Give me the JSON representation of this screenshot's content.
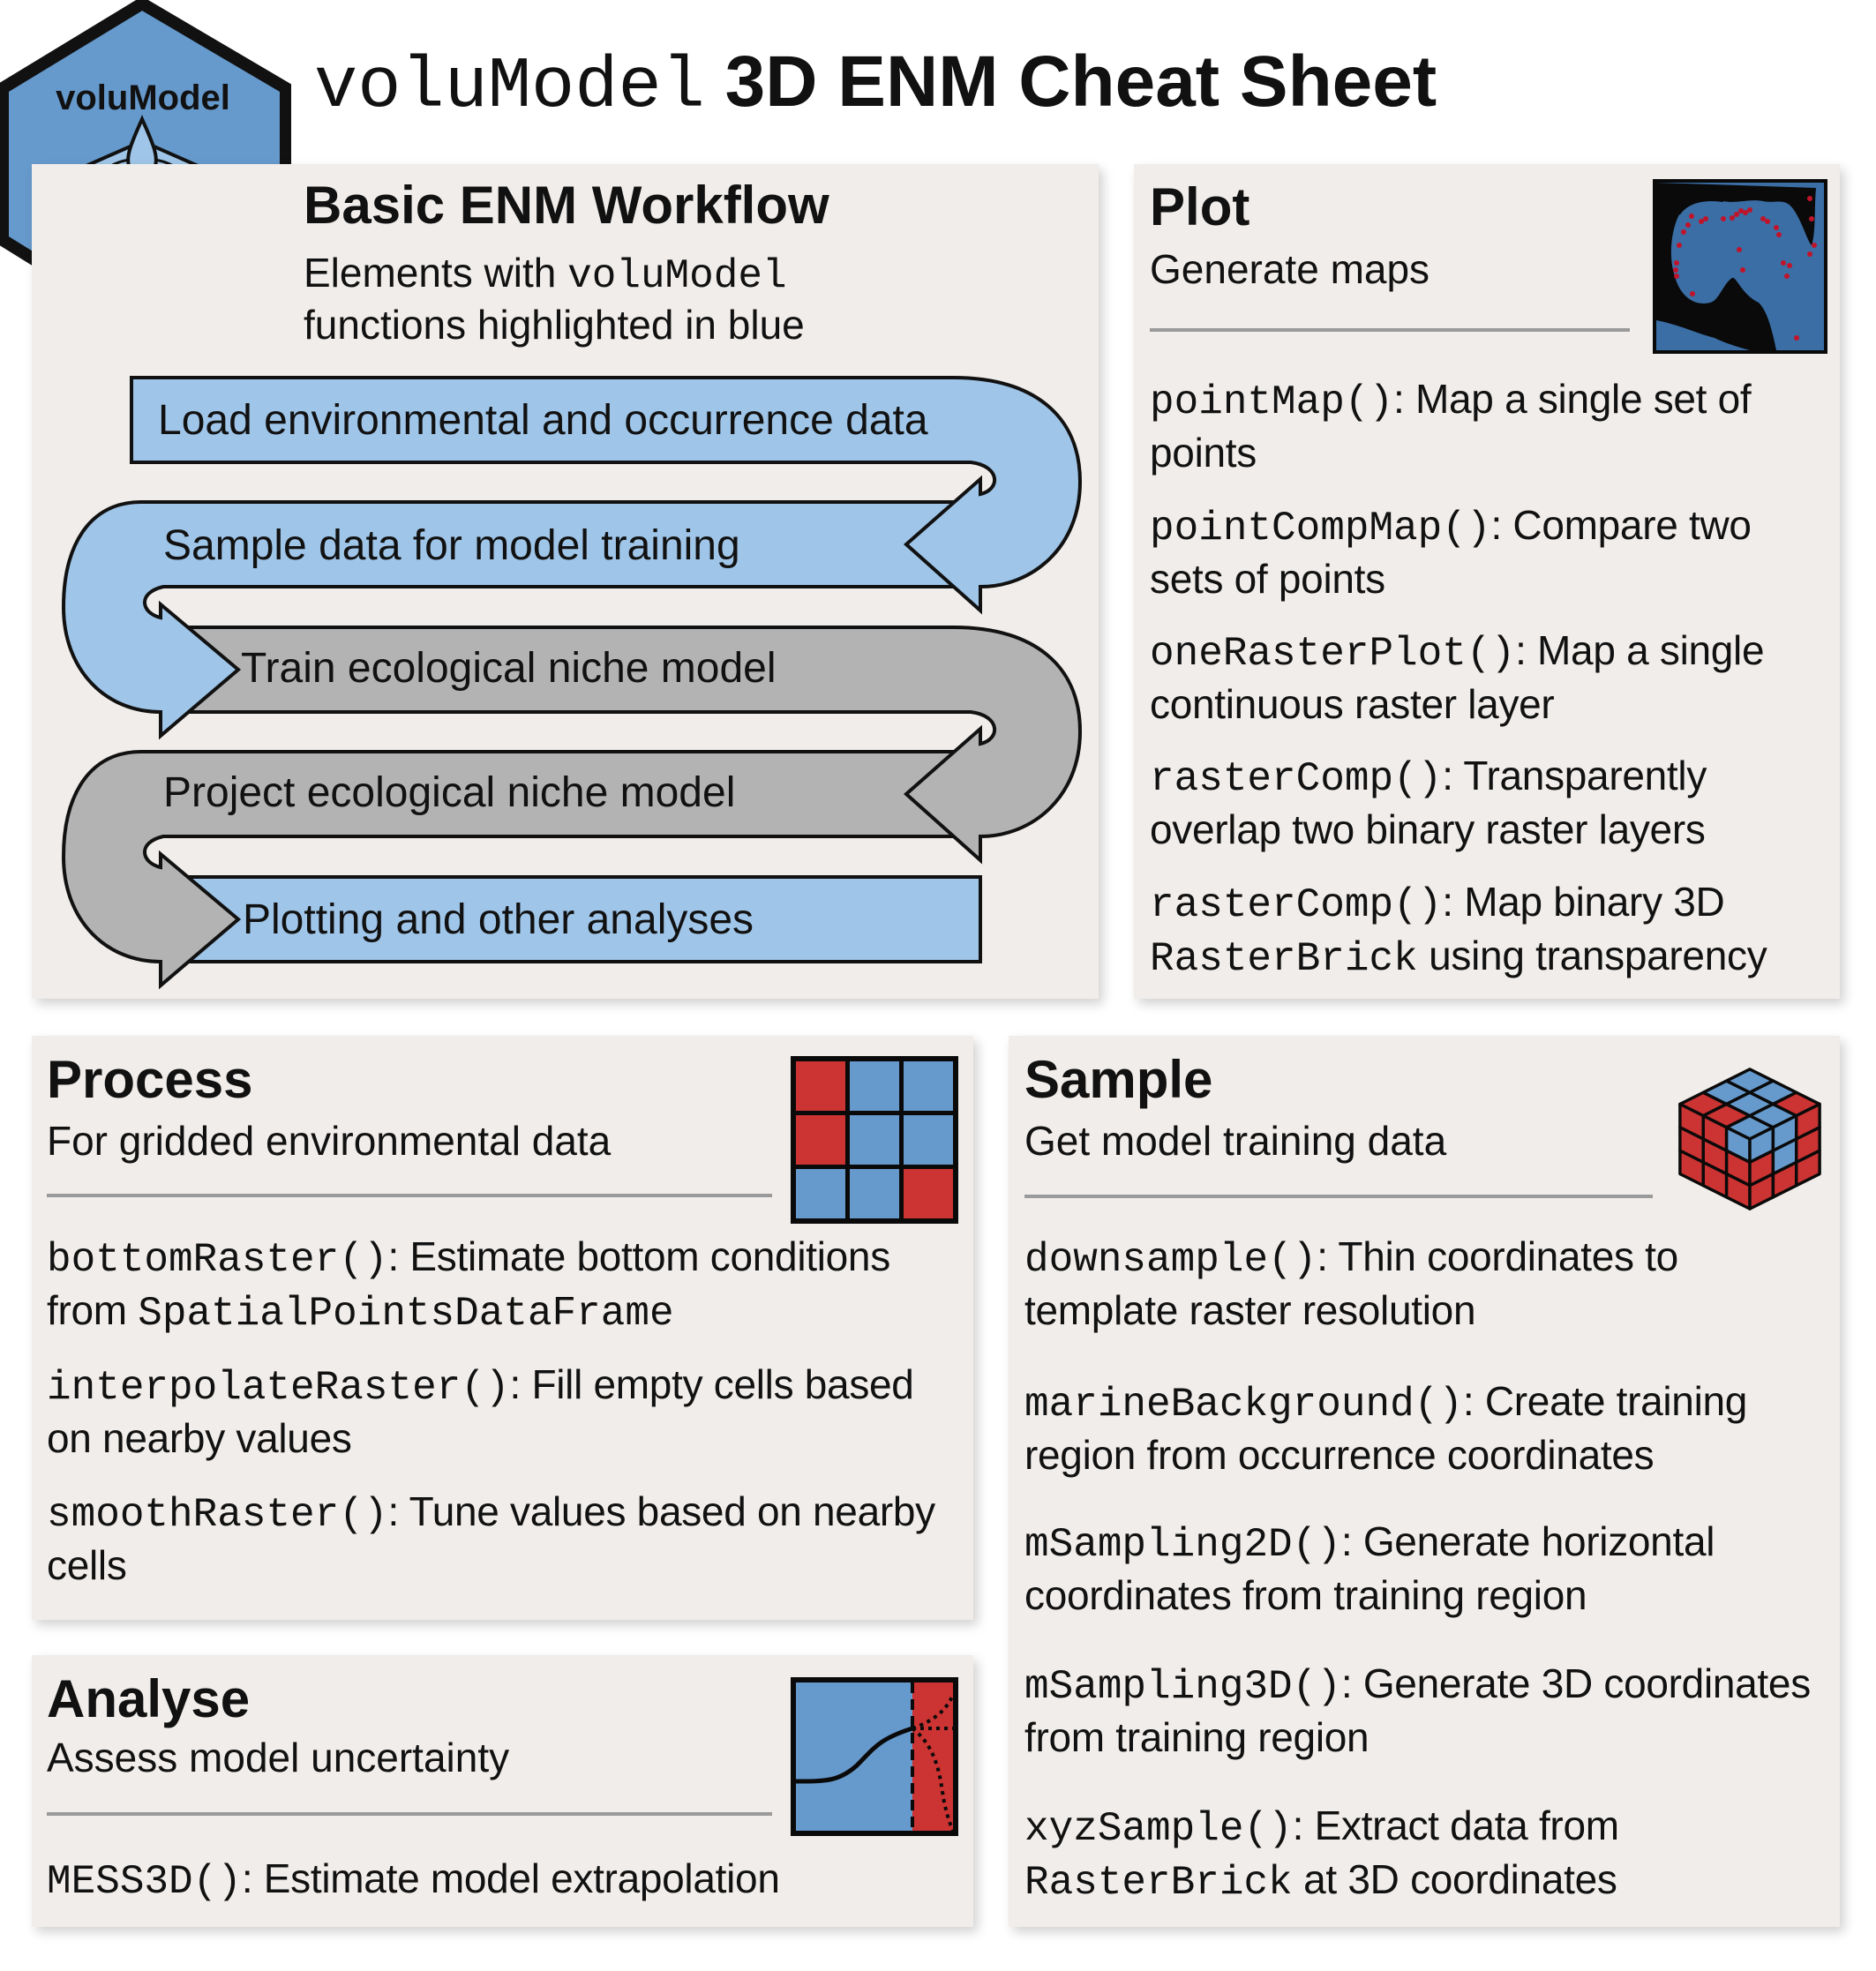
{
  "logo": {
    "text": "voluModel"
  },
  "title": {
    "package": "voluModel",
    "rest": "3D ENM Cheat Sheet"
  },
  "workflow": {
    "heading": "Basic ENM Workflow",
    "subtitle_prefix": "Elements with ",
    "subtitle_code": "voluModel",
    "subtitle_line2": "functions highlighted in blue",
    "steps": [
      {
        "label": "Load environmental and occurrence data",
        "highlighted": true
      },
      {
        "label": "Sample data for model training",
        "highlighted": true
      },
      {
        "label": "Train ecological niche model",
        "highlighted": false
      },
      {
        "label": "Project ecological niche model",
        "highlighted": false
      },
      {
        "label": "Plotting and other analyses",
        "highlighted": true
      }
    ]
  },
  "plot": {
    "heading": "Plot",
    "subtitle": "Generate maps",
    "items": [
      {
        "func": "pointMap()",
        "desc": ": Map a single set of points"
      },
      {
        "func": "pointCompMap()",
        "desc": ": Compare two sets of points"
      },
      {
        "func": "oneRasterPlot()",
        "desc": ": Map a single continuous raster layer"
      },
      {
        "func": "rasterComp()",
        "desc": ": Transparently overlap two binary raster layers"
      },
      {
        "func": "rasterComp()",
        "desc": ": Map binary 3D",
        "code2": "RasterBrick",
        "desc2": " using transparency"
      }
    ]
  },
  "process": {
    "heading": "Process",
    "subtitle": "For gridded environmental data",
    "items": [
      {
        "func": "bottomRaster()",
        "desc": ": Estimate bottom conditions from ",
        "code2": "SpatialPointsDataFrame"
      },
      {
        "func": "interpolateRaster()",
        "desc": ": Fill empty cells based on nearby values"
      },
      {
        "func": "smoothRaster()",
        "desc": ": Tune values based on nearby cells"
      }
    ]
  },
  "analyse": {
    "heading": "Analyse",
    "subtitle": "Assess model uncertainty",
    "items": [
      {
        "func": "MESS3D()",
        "desc": ": Estimate model extrapolation"
      }
    ]
  },
  "sample": {
    "heading": "Sample",
    "subtitle": "Get model training data",
    "items": [
      {
        "func": "downsample()",
        "desc": ": Thin coordinates to template raster resolution"
      },
      {
        "func": "marineBackground()",
        "desc": ": Create training region from occurrence coordinates"
      },
      {
        "func": "mSampling2D()",
        "desc": ": Generate horizontal coordinates from training region"
      },
      {
        "func": "mSampling3D()",
        "desc": ": Generate 3D coordinates from training region"
      },
      {
        "func": "xyzSample()",
        "desc": ": Extract data from",
        "code2": "RasterBrick",
        "desc2": " at 3D coordinates"
      }
    ]
  },
  "colors": {
    "highlight_blue": "#9fc5e8",
    "step_gray": "#b3b3b3",
    "icon_blue": "#6699cc",
    "icon_red": "#cc3333",
    "panel": "#f0edea"
  }
}
